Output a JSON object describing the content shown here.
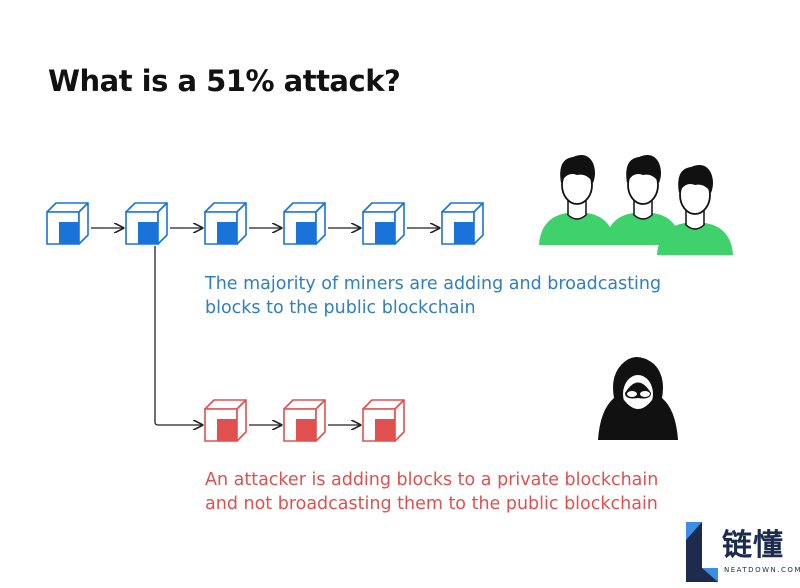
{
  "title": "What is a 51% attack?",
  "public_chain": {
    "caption_line1": "The majority of miners are adding and broadcasting",
    "caption_line2": "blocks to the public blockchain",
    "block_count": 6,
    "color": "#1a73d9"
  },
  "private_chain": {
    "caption_line1": "An attacker is adding blocks to a private blockchain",
    "caption_line2": "and not broadcasting them to the public blockchain",
    "block_count": 3,
    "color": "#e0504f"
  },
  "miners": {
    "count": 3,
    "color": "#3fd16c",
    "icon": "miner-icon"
  },
  "attacker": {
    "icon": "hooded-attacker-icon"
  },
  "logo": {
    "cn": "链懂",
    "en": "NEATDOWN.COM"
  }
}
